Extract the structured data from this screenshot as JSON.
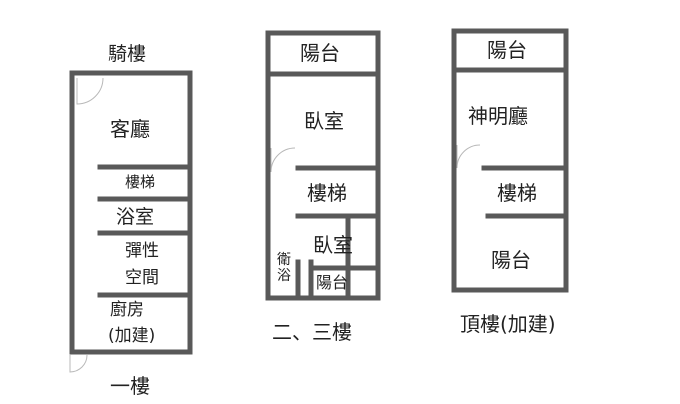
{
  "plans": {
    "first_floor": {
      "title": "一樓",
      "arcade": "騎樓",
      "living_room": "客廳",
      "stairs": "樓梯",
      "bathroom": "浴室",
      "flex_space_1": "彈性",
      "flex_space_2": "空間",
      "kitchen_1": "廚房",
      "kitchen_2": "(加建)"
    },
    "second_third_floor": {
      "title": "二、三樓",
      "balcony_front": "陽台",
      "bedroom_front": "臥室",
      "stairs": "樓梯",
      "bedroom_back": "臥室",
      "bathroom_vertical": "衛浴",
      "balcony_back": "陽台"
    },
    "rooftop": {
      "title": "頂樓(加建)",
      "balcony_front": "陽台",
      "shrine_hall": "神明廳",
      "stairs": "樓梯",
      "balcony_back": "陽台"
    }
  },
  "colors": {
    "wall": "#595959",
    "door_arc": "#b8b8b8",
    "text": "#222222"
  }
}
